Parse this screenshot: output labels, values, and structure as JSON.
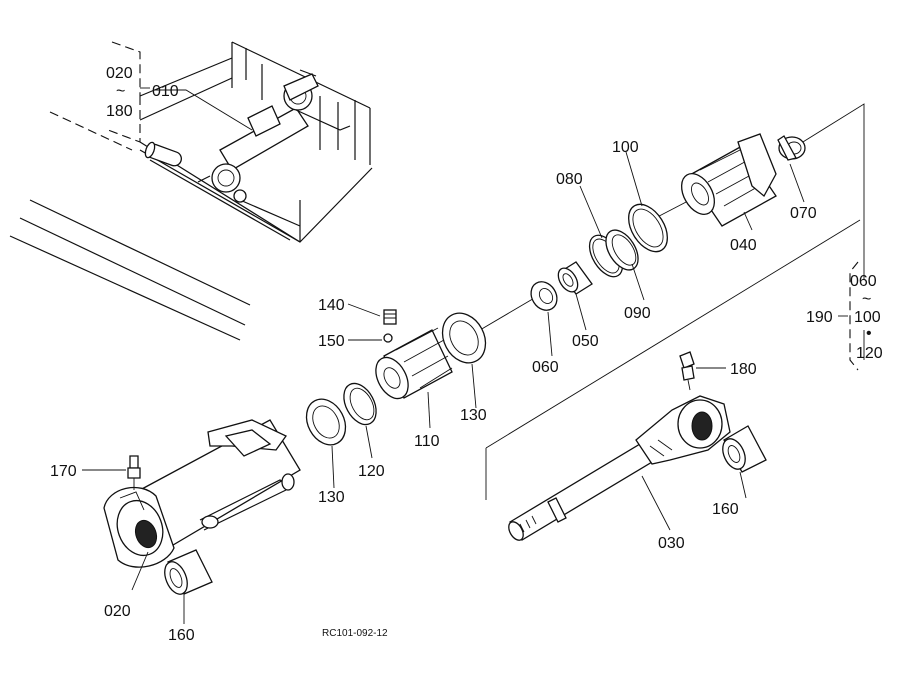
{
  "drawing": {
    "ref_code": "RC101-092-12",
    "labels": {
      "p010": "010",
      "p020_top": "020",
      "tilde_top": "~",
      "p180_top": "180",
      "p020": "020",
      "p030": "030",
      "p040": "040",
      "p050": "050",
      "p060": "060",
      "p070": "070",
      "p080": "080",
      "p090": "090",
      "p100": "100",
      "p110": "110",
      "p120": "120",
      "p130_left": "130",
      "p130_right": "130",
      "p140": "140",
      "p150": "150",
      "p160_left": "160",
      "p160_right": "160",
      "p170": "170",
      "p180": "180",
      "p190": "190",
      "grp_060": "060",
      "grp_tilde": "~",
      "grp_100": "100",
      "grp_dot": "•",
      "grp_120": "120"
    }
  }
}
